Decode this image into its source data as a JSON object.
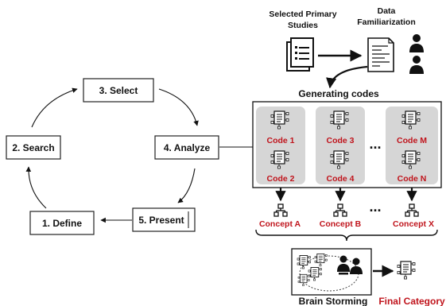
{
  "cycle": {
    "steps": [
      "3. Select",
      "2. Search",
      "4. Analyze",
      "1. Define",
      "5. Present"
    ]
  },
  "header": {
    "selected_line1": "Selected Primary",
    "selected_line2": "Studies",
    "data_line1": "Data",
    "data_line2": "Familiarization"
  },
  "generating": {
    "title": "Generating codes",
    "codes": [
      "Code 1",
      "Code 2",
      "Code 3",
      "Code 4",
      "Code M",
      "Code N"
    ],
    "ellipsis": "..."
  },
  "concepts": {
    "items": [
      "Concept A",
      "Concept B",
      "Concept X"
    ],
    "ellipsis": "..."
  },
  "bottom": {
    "brainstorm": "Brain Storming",
    "final": "Final Category"
  },
  "colors": {
    "accent_red": "#c0141c",
    "panel_gray": "#d6d6d6",
    "ink": "#111111"
  },
  "icons": [
    "document-stack-icon",
    "report-document-icon",
    "person-icon",
    "document-network-icon",
    "hierarchy-icon",
    "people-icon"
  ]
}
